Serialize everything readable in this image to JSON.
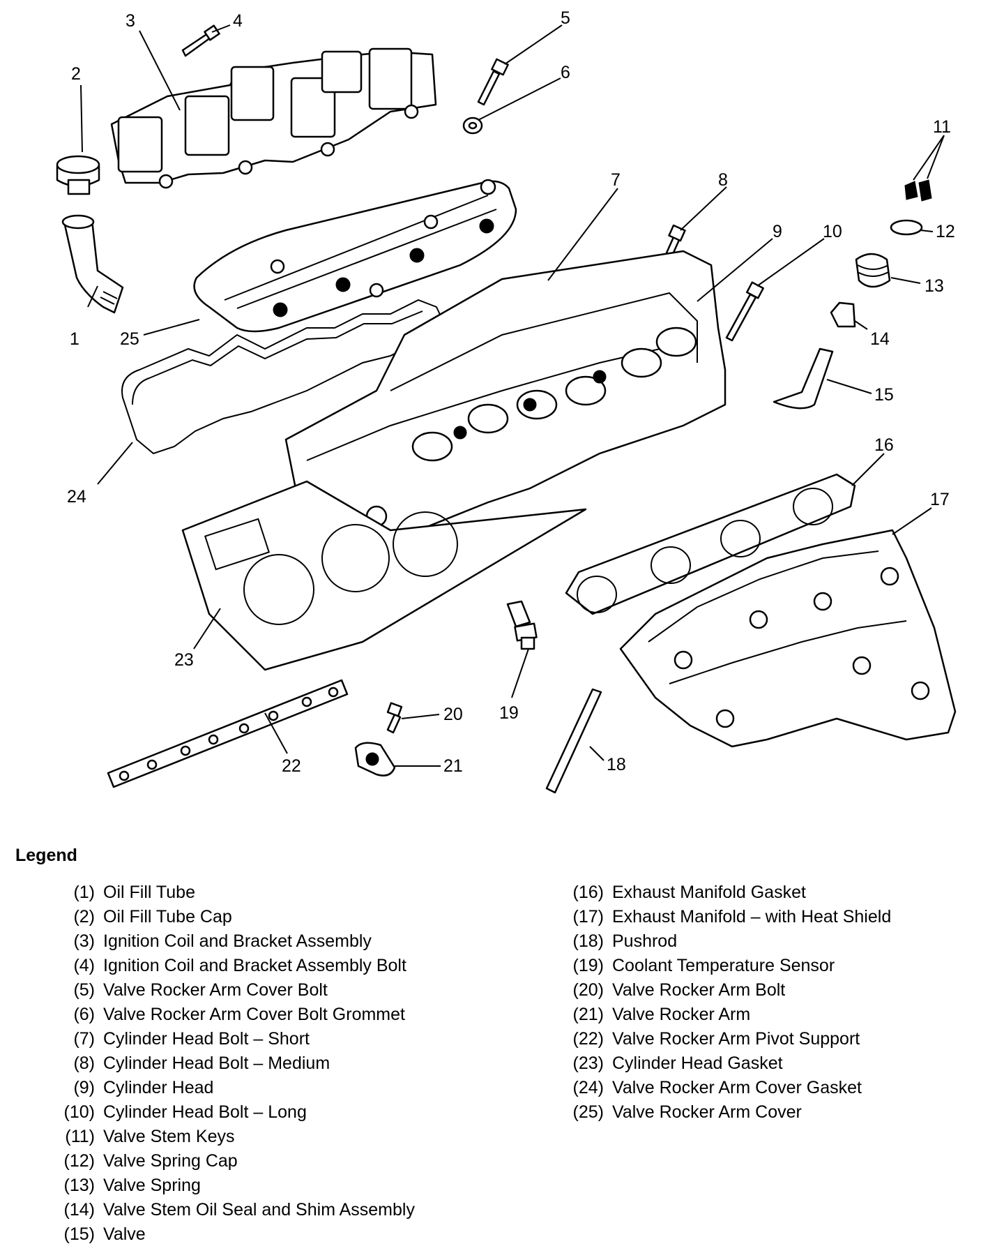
{
  "legend": {
    "title": "Legend",
    "items": [
      {
        "num": "(1)",
        "name": "Oil Fill Tube"
      },
      {
        "num": "(2)",
        "name": "Oil Fill Tube Cap"
      },
      {
        "num": "(3)",
        "name": "Ignition Coil and Bracket Assembly"
      },
      {
        "num": "(4)",
        "name": "Ignition Coil and Bracket Assembly Bolt"
      },
      {
        "num": "(5)",
        "name": "Valve Rocker Arm Cover Bolt"
      },
      {
        "num": "(6)",
        "name": "Valve Rocker Arm Cover Bolt Grommet"
      },
      {
        "num": "(7)",
        "name": "Cylinder Head Bolt – Short"
      },
      {
        "num": "(8)",
        "name": "Cylinder Head Bolt – Medium"
      },
      {
        "num": "(9)",
        "name": "Cylinder Head"
      },
      {
        "num": "(10)",
        "name": "Cylinder Head Bolt – Long"
      },
      {
        "num": "(11)",
        "name": "Valve Stem Keys"
      },
      {
        "num": "(12)",
        "name": "Valve Spring Cap"
      },
      {
        "num": "(13)",
        "name": "Valve Spring"
      },
      {
        "num": "(14)",
        "name": "Valve Stem Oil Seal and Shim Assembly"
      },
      {
        "num": "(15)",
        "name": "Valve"
      },
      {
        "num": "(16)",
        "name": "Exhaust Manifold Gasket"
      },
      {
        "num": "(17)",
        "name": "Exhaust Manifold – with Heat Shield"
      },
      {
        "num": "(18)",
        "name": "Pushrod"
      },
      {
        "num": "(19)",
        "name": "Coolant Temperature Sensor"
      },
      {
        "num": "(20)",
        "name": "Valve Rocker Arm Bolt"
      },
      {
        "num": "(21)",
        "name": "Valve Rocker Arm"
      },
      {
        "num": "(22)",
        "name": "Valve Rocker Arm Pivot Support"
      },
      {
        "num": "(23)",
        "name": "Cylinder Head Gasket"
      },
      {
        "num": "(24)",
        "name": "Valve Rocker Arm Cover Gasket"
      },
      {
        "num": "(25)",
        "name": "Valve Rocker Arm Cover"
      }
    ]
  },
  "callouts": [
    "1",
    "2",
    "3",
    "4",
    "5",
    "6",
    "7",
    "8",
    "9",
    "10",
    "11",
    "12",
    "13",
    "14",
    "15",
    "16",
    "17",
    "18",
    "19",
    "20",
    "21",
    "22",
    "23",
    "24",
    "25"
  ]
}
